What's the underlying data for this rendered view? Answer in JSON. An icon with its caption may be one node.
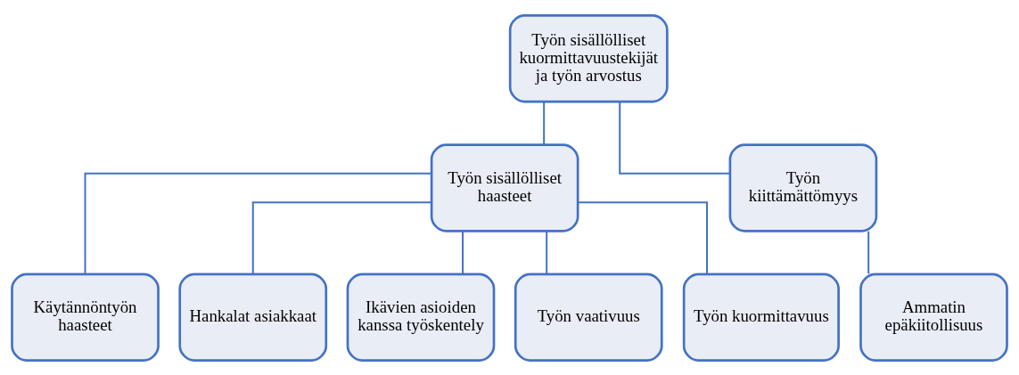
{
  "diagram": {
    "nodes": [
      {
        "text": [
          "Työn sisällölliset kuormittavuustekijät ja työn arvostus"
        ]
      },
      {
        "text": [
          "Työn sisällölliset haasteet"
        ]
      },
      {
        "text": [
          "Työn kiittämättömyys"
        ]
      },
      {
        "text": [
          "Käytännöntyön haasteet"
        ]
      },
      {
        "text": [
          "Hankalat asiakkaat"
        ]
      },
      {
        "text": [
          "Ikävien asioiden kanssa työskentely"
        ]
      },
      {
        "text": [
          "Työn vaativuus"
        ]
      },
      {
        "text": [
          "Työn kuormittavuus"
        ]
      },
      {
        "text": [
          "Ammatin epäkiitollisuus"
        ]
      }
    ],
    "edges": [
      {
        "from": 0,
        "to": 1,
        "arrow": "none"
      },
      {
        "from": 0,
        "to": 2,
        "arrow": "none"
      },
      {
        "from": 1,
        "to": 3,
        "arrow": "none"
      },
      {
        "from": 1,
        "to": 4,
        "arrow": "none"
      },
      {
        "from": 1,
        "to": 5,
        "arrow": "none"
      },
      {
        "from": 1,
        "to": 6,
        "arrow": "none"
      },
      {
        "from": 1,
        "to": 7,
        "arrow": "none"
      },
      {
        "from": 2,
        "to": 8,
        "arrow": "none"
      }
    ]
  }
}
